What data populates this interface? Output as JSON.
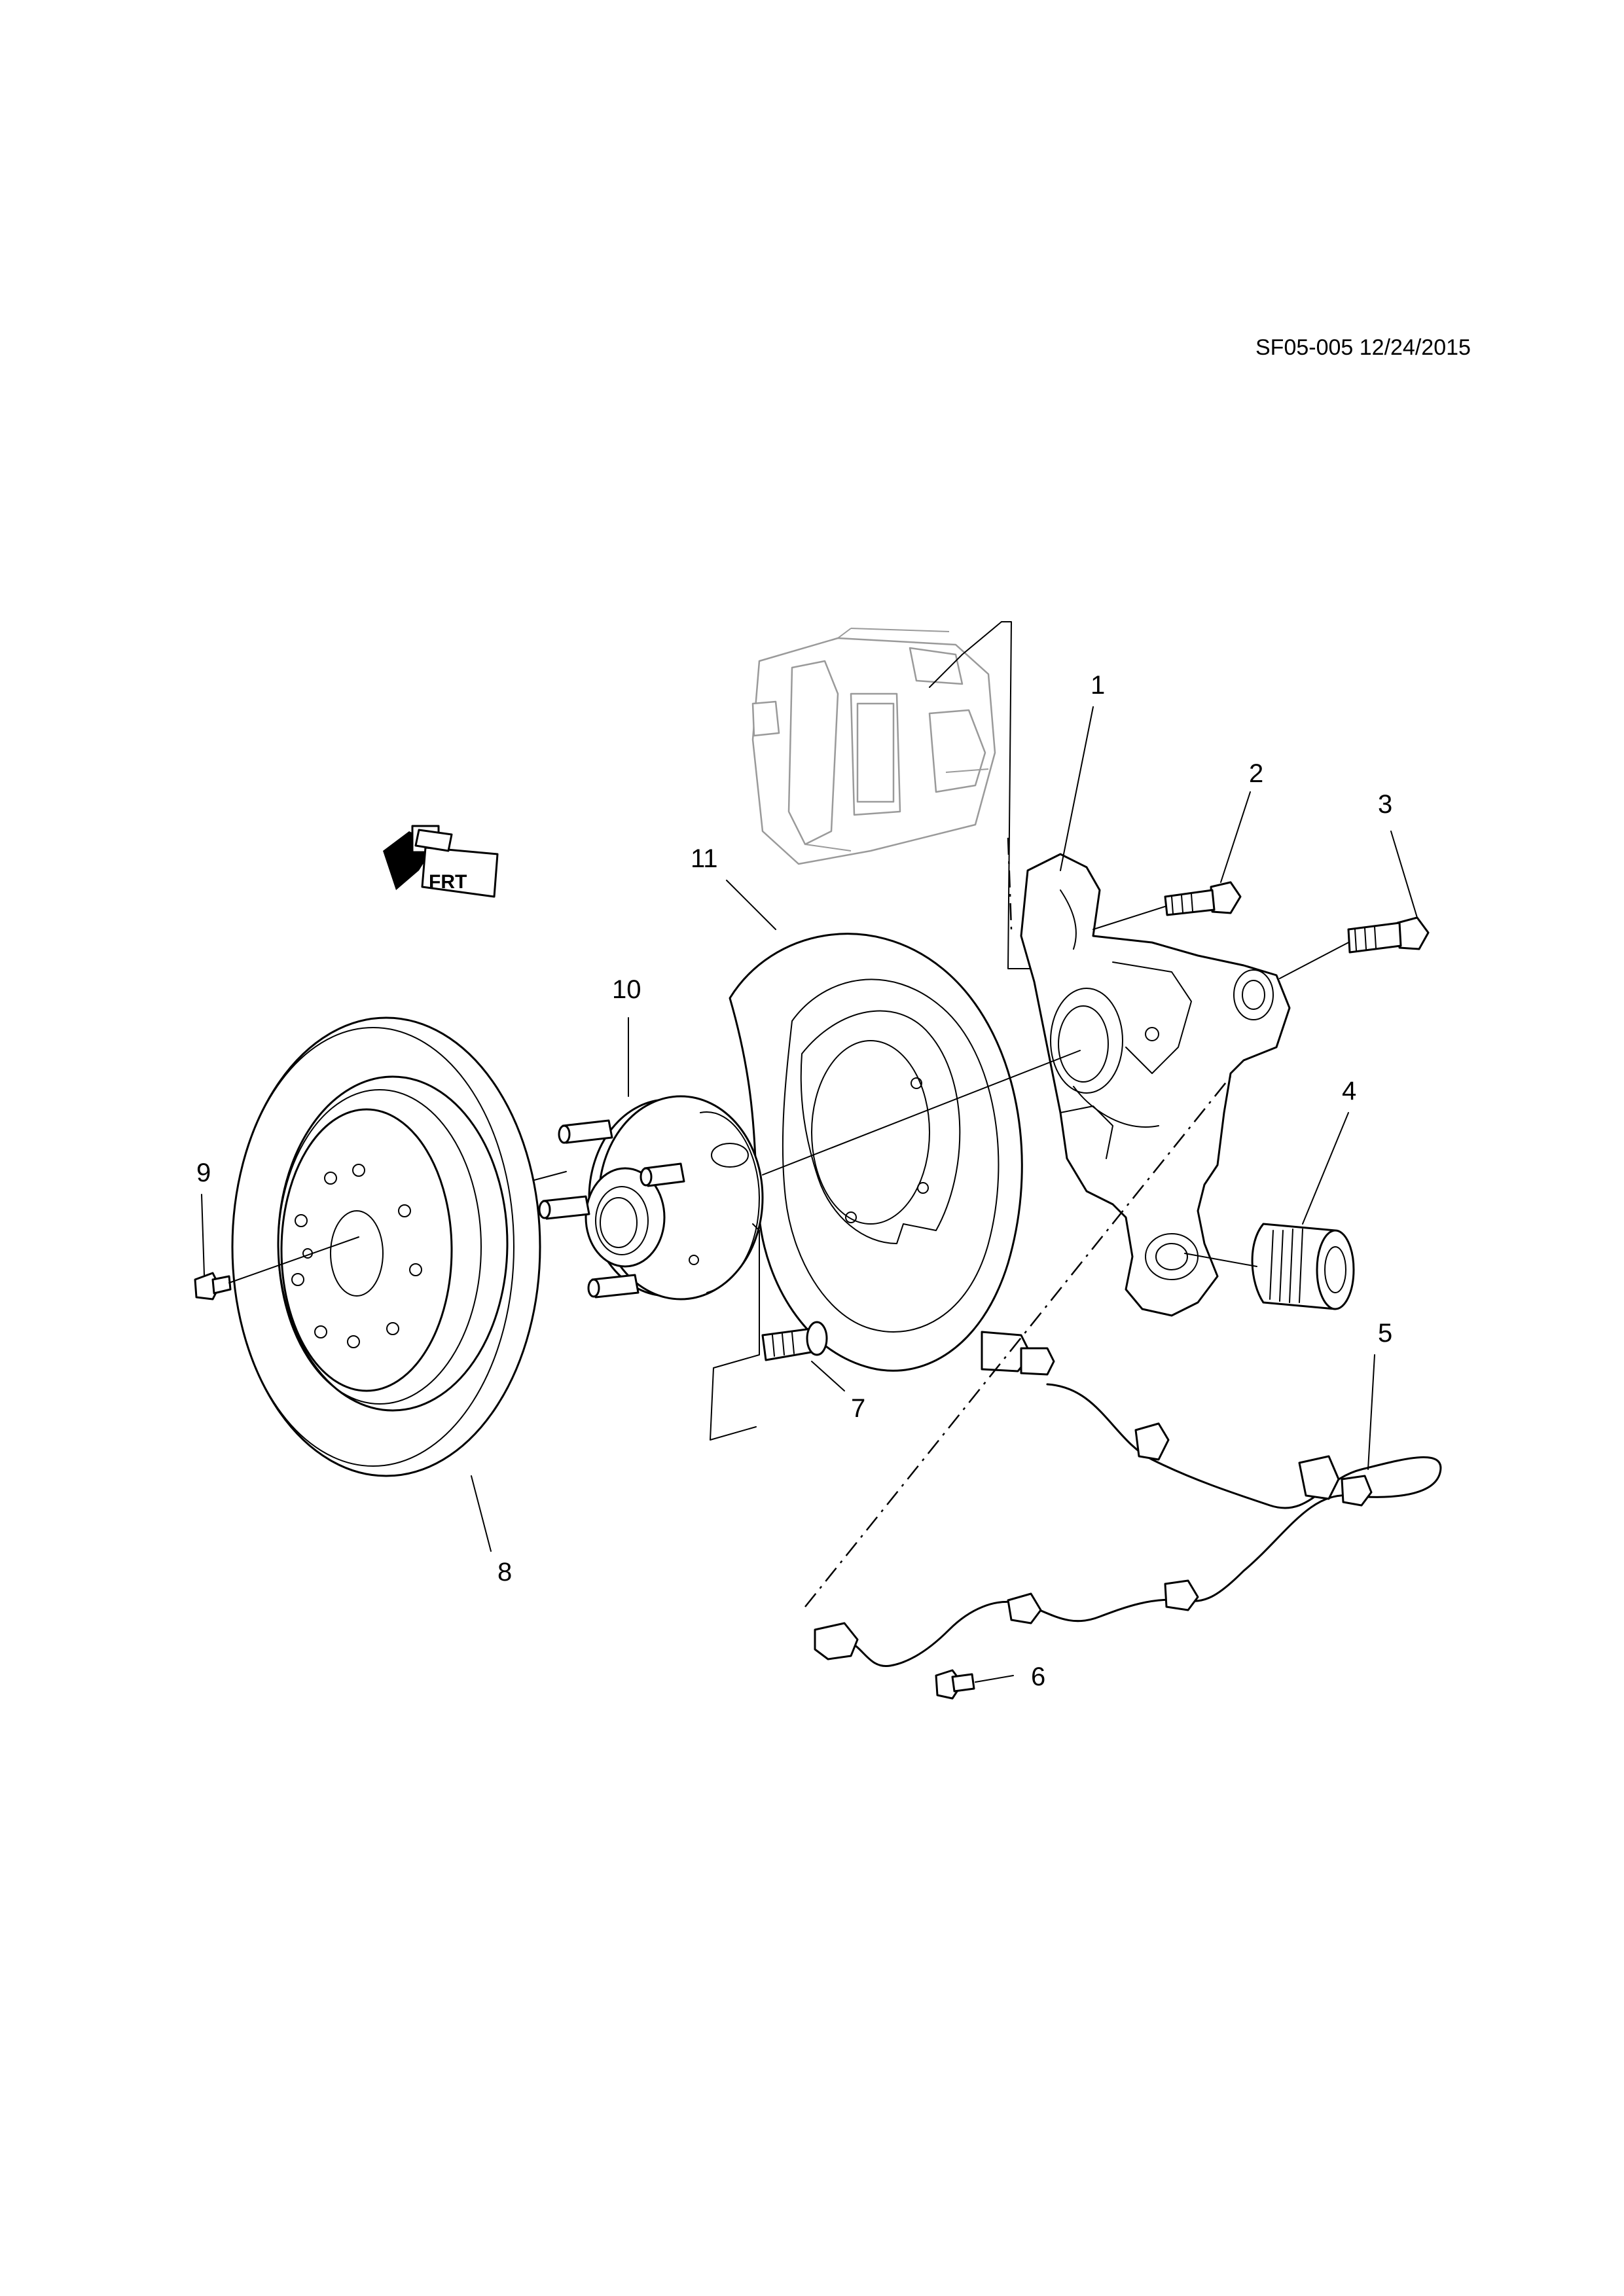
{
  "drawing_reference": "SF05-005 12/24/2015",
  "orientation_marker": {
    "icon": "front-direction-arrow-icon",
    "label": "FRT"
  },
  "callouts": [
    {
      "number": "1"
    },
    {
      "number": "2"
    },
    {
      "number": "3"
    },
    {
      "number": "4"
    },
    {
      "number": "5"
    },
    {
      "number": "6"
    },
    {
      "number": "7"
    },
    {
      "number": "8"
    },
    {
      "number": "9"
    },
    {
      "number": "10"
    },
    {
      "number": "11"
    }
  ],
  "colors": {
    "line": "#000000",
    "ghost_part": "#9a9a9a",
    "background": "#ffffff"
  }
}
